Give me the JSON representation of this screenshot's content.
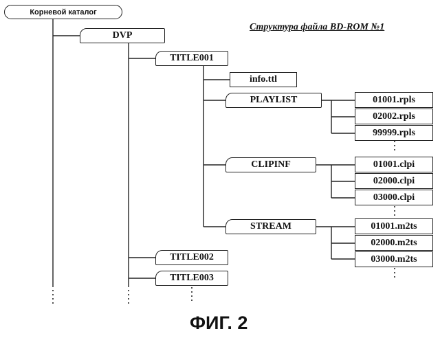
{
  "diagram": {
    "caption": "Структура файла BD-ROM №1",
    "figure_label": "ФИГ. 2",
    "nodes": {
      "root": "Корневой каталог",
      "dvp": "DVP",
      "title001": "TITLE001",
      "info": "info.ttl",
      "playlist": "PLAYLIST",
      "rpls1": "01001.rpls",
      "rpls2": "02002.rpls",
      "rpls3": "99999.rpls",
      "clipinf": "CLIPINF",
      "clpi1": "01001.clpi",
      "clpi2": "02000.clpi",
      "clpi3": "03000.clpi",
      "stream": "STREAM",
      "m2ts1": "01001.m2ts",
      "m2ts2": "02000.m2ts",
      "m2ts3": "03000.m2ts",
      "title002": "TITLE002",
      "title003": "TITLE003"
    }
  }
}
